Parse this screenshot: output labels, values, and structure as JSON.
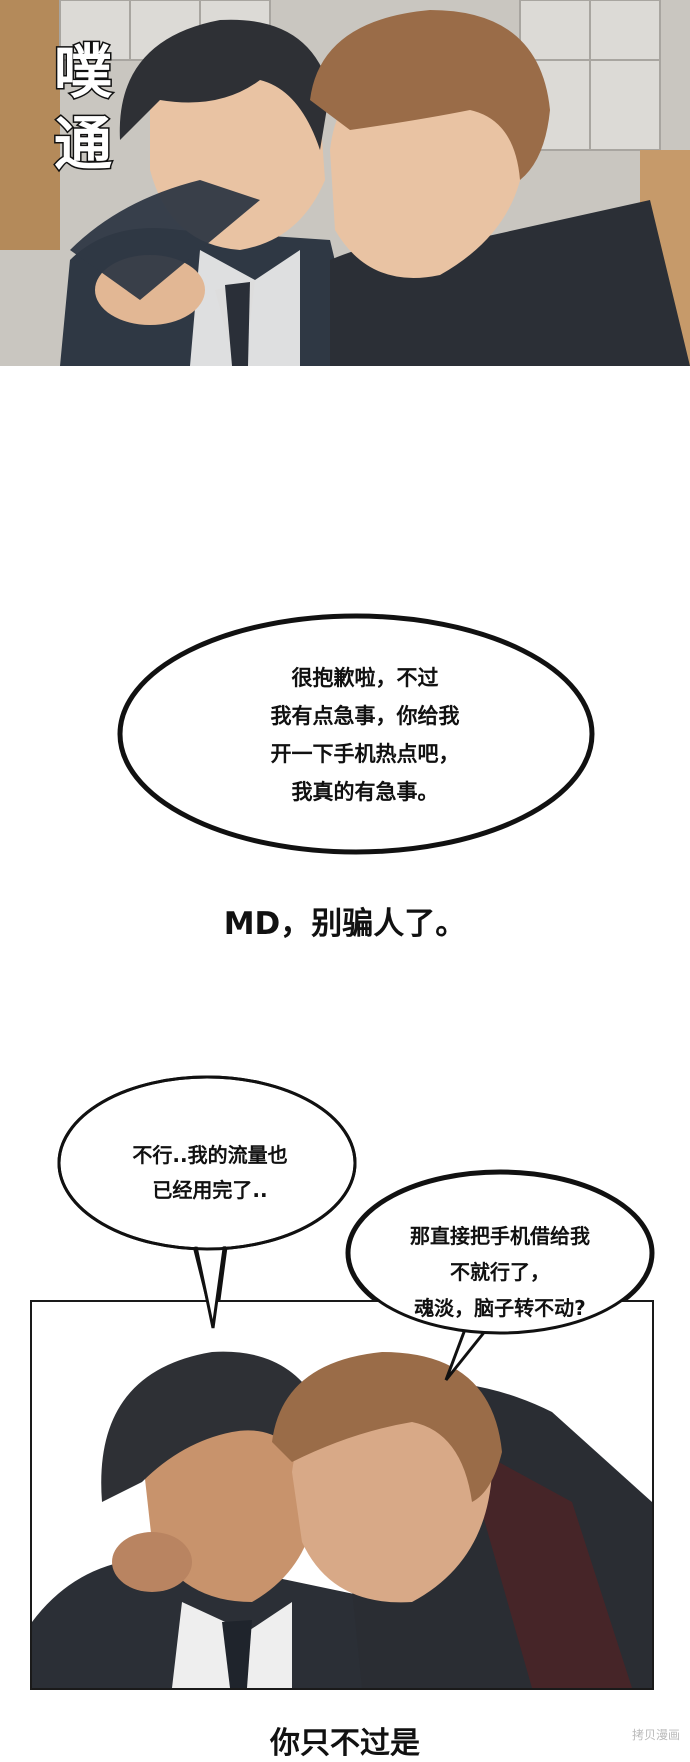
{
  "panel_top": {
    "sfx": "噗\n通"
  },
  "bubble1": {
    "text": "很抱歉啦，不过\n我有点急事，你给我\n开一下手机热点吧，\n我真的有急事。"
  },
  "narration": "MD，别骗人了。",
  "bubble2": {
    "text": "不行..我的流量也\n已经用完了.."
  },
  "bubble3": {
    "text": "那直接把手机借给我\n不就行了，\n魂淡，脑子转不动?"
  },
  "bottom_caption": "你只不过是",
  "watermark": "拷贝漫画",
  "colors": {
    "skin": "#e9c3a3",
    "dark_skin": "#c8936c",
    "hair_dark": "#2e3035",
    "hair_brown": "#9a6c48",
    "uniform": "#2f3844",
    "background_gray": "#b9b6b1"
  }
}
